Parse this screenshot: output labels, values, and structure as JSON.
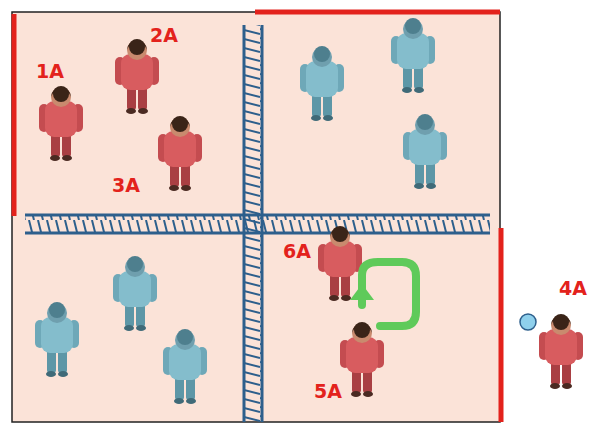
{
  "diagram": {
    "labels": [
      "1A",
      "2A",
      "3A",
      "6A",
      "4A",
      "5A"
    ]
  }
}
